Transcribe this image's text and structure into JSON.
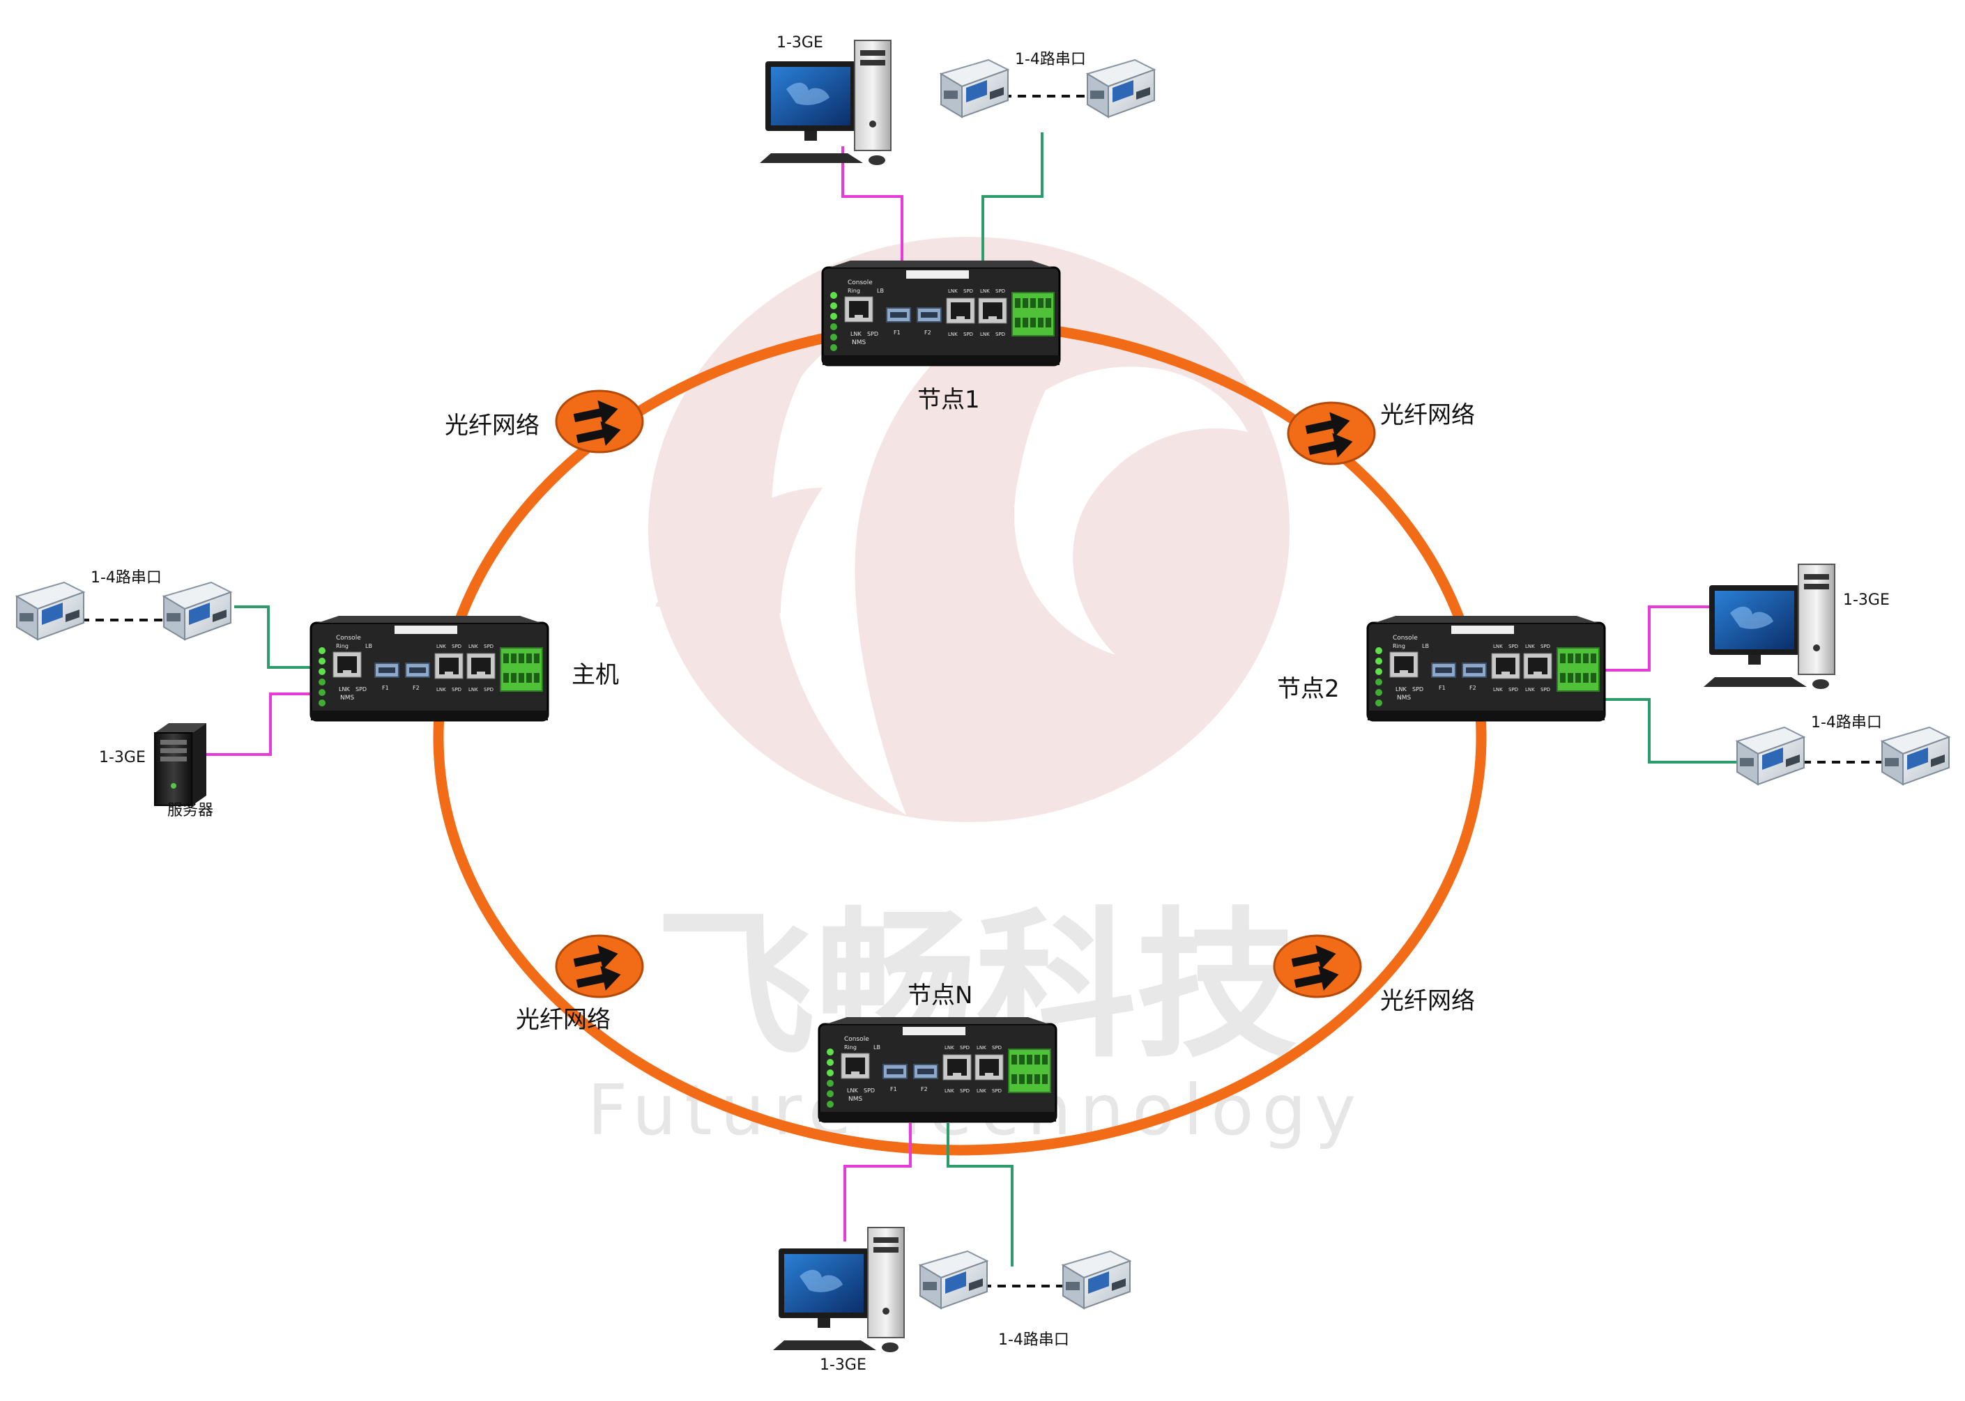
{
  "colors": {
    "ring": "#f26b17",
    "arrow_badge": "#f26b17",
    "ethernet_link": "#e83ad8",
    "serial_link": "#2e9b6d",
    "device_body": "#252525",
    "terminal_green": "#4fc23a",
    "watermark_red": "#efd6d6",
    "watermark_gray": "#e3e3e3"
  },
  "watermark": {
    "cn_text": "飞畅科技",
    "en_text": "Future Technology"
  },
  "nodes": {
    "master": {
      "label": "主机"
    },
    "node1": {
      "label": "节点1"
    },
    "node2": {
      "label": "节点2"
    },
    "nodeN": {
      "label": "节点N"
    }
  },
  "fiber_labels": {
    "top_left": "光纤网络",
    "top_right": "光纤网络",
    "bottom_left": "光纤网络",
    "bottom_right": "光纤网络"
  },
  "endpoints": {
    "node1_pc": "1-3GE",
    "node1_serial": "1-4路串口",
    "master_serial": "1-4路串口",
    "master_server_port": "1-3GE",
    "master_server_name": "服务器",
    "node2_pc": "1-3GE",
    "node2_serial": "1-4路串口",
    "nodeN_pc": "1-3GE",
    "nodeN_serial": "1-4路串口"
  },
  "device_panel": {
    "console": "Console",
    "ring": "Ring",
    "lb": "LB",
    "nms": "NMS",
    "lnk": "LNK",
    "spd": "SPD",
    "f1": "F1",
    "f2": "F2"
  }
}
